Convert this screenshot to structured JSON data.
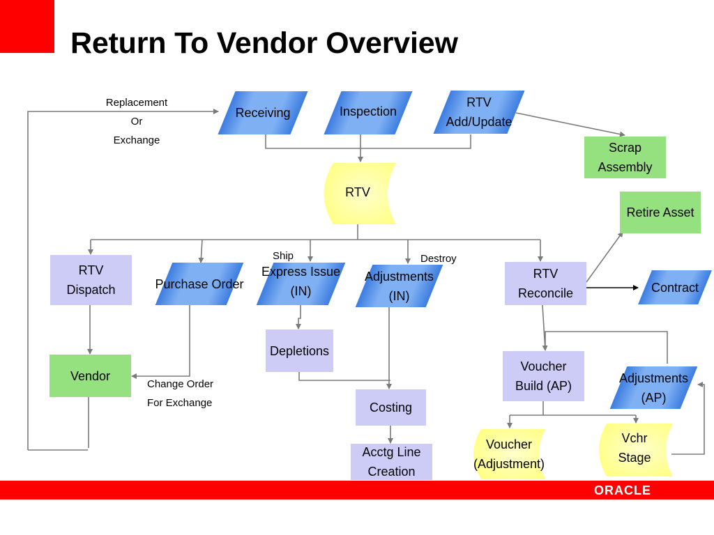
{
  "title": "Return To Vendor Overview",
  "nodes": {
    "receiving": "Receiving",
    "inspection": "Inspection",
    "rtv_add_update": [
      "RTV",
      "Add/Update"
    ],
    "scrap_assembly": [
      "Scrap",
      "Assembly"
    ],
    "rtv_store": "RTV",
    "retire_asset": "Retire Asset",
    "rtv_dispatch": [
      "RTV",
      "Dispatch"
    ],
    "purchase_order": "Purchase Order",
    "express_issue": [
      "Express Issue",
      "(IN)"
    ],
    "adjustments_in": [
      "Adjustments",
      "(IN)"
    ],
    "rtv_reconcile": [
      "RTV",
      "Reconcile"
    ],
    "contract": "Contract",
    "vendor": "Vendor",
    "depletions": "Depletions",
    "costing": "Costing",
    "acctg_line_creation": [
      "Acctg Line",
      "Creation"
    ],
    "voucher_build": [
      "Voucher",
      "Build (AP)"
    ],
    "adjustments_ap": [
      "Adjustments",
      "(AP)"
    ],
    "voucher_adjustment": [
      "Voucher",
      "(Adjustment)"
    ],
    "vchr_stage": [
      "Vchr",
      "Stage"
    ]
  },
  "labels": {
    "replacement_exchange": [
      "Replacement",
      "Or",
      "Exchange"
    ],
    "ship": "Ship",
    "destroy": "Destroy",
    "change_order": [
      "Change Order",
      "For Exchange"
    ]
  },
  "footer": {
    "logo": "ORACLE"
  },
  "colors": {
    "accent_red": "#ff0000",
    "process_blue": "#7fb0f3",
    "rect_lavender": "#ccccf7",
    "terminal_green": "#95e07f",
    "storage_yellow": "#ffff99"
  }
}
